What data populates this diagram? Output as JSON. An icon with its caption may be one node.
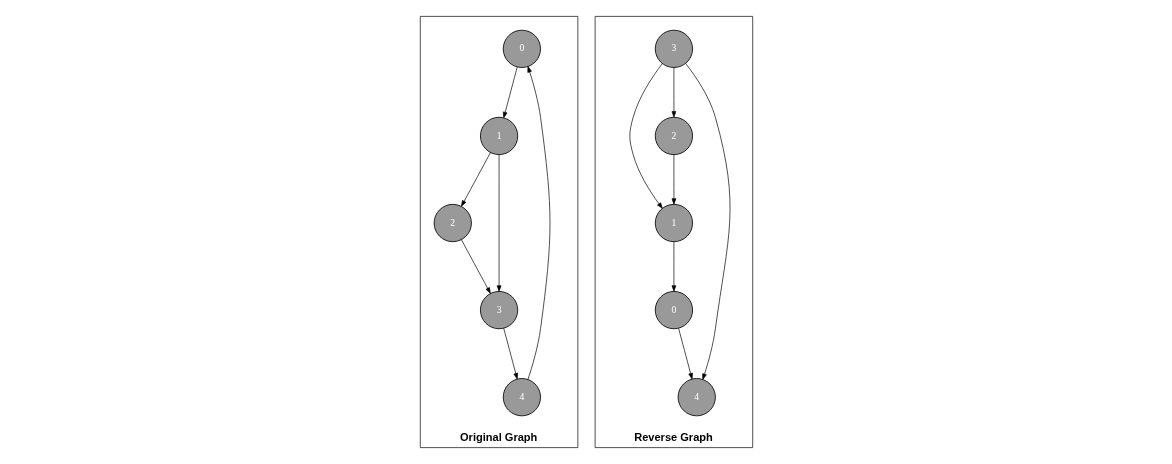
{
  "diagram": {
    "nodes": [
      {
        "text": [
          "Original Graph"
        ]
      },
      {
        "text": [
          "0"
        ],
        "in": 0
      },
      {
        "text": [
          "1"
        ],
        "in": 0
      },
      {
        "text": [
          "2"
        ],
        "in": 0
      },
      {
        "text": [
          "3"
        ],
        "in": 0
      },
      {
        "text": [
          "4"
        ],
        "in": 0
      },
      {
        "text": [
          "Reverse Graph"
        ]
      },
      {
        "text": [
          "0"
        ],
        "in": 6
      },
      {
        "text": [
          "1"
        ],
        "in": 6
      },
      {
        "text": [
          "2"
        ],
        "in": 6
      },
      {
        "text": [
          "3"
        ],
        "in": 6
      },
      {
        "text": [
          "4"
        ],
        "in": 6
      }
    ],
    "edges": [
      {
        "from": 1,
        "to": 2,
        "arrow": "to"
      },
      {
        "from": 2,
        "to": 3,
        "arrow": "to"
      },
      {
        "from": 3,
        "to": 4,
        "arrow": "to"
      },
      {
        "from": 2,
        "to": 4,
        "arrow": "to"
      },
      {
        "from": 4,
        "to": 5,
        "arrow": "to"
      },
      {
        "from": 5,
        "to": 1,
        "arrow": "to"
      },
      {
        "from": 8,
        "to": 7,
        "arrow": "to"
      },
      {
        "from": 7,
        "to": 11,
        "arrow": "to"
      },
      {
        "from": 9,
        "to": 8,
        "arrow": "to"
      },
      {
        "from": 10,
        "to": 9,
        "arrow": "to"
      },
      {
        "from": 10,
        "to": 8,
        "arrow": "to"
      },
      {
        "from": 10,
        "to": 11,
        "arrow": "to"
      }
    ]
  }
}
